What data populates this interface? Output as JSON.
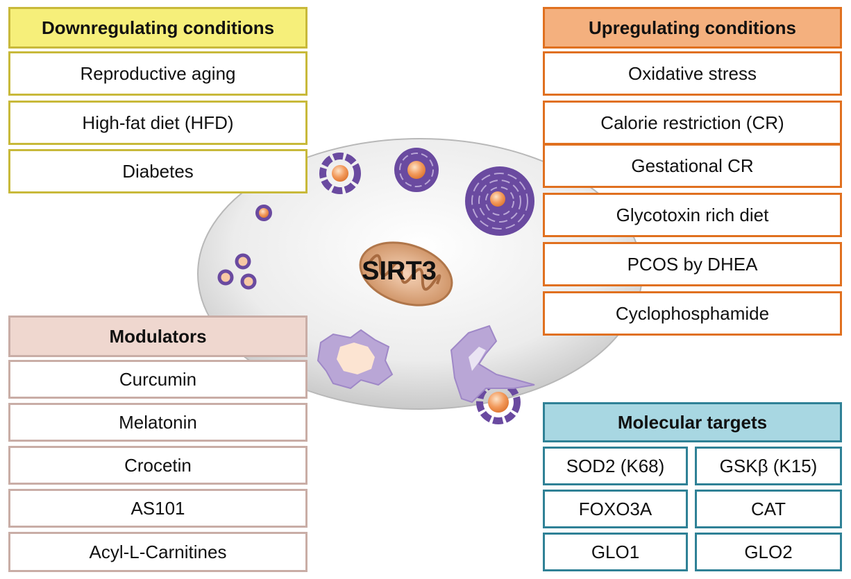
{
  "center_label": "SIRT3",
  "downregulating": {
    "header": "Downregulating conditions",
    "items": [
      "Reproductive aging",
      "High-fat diet (HFD)",
      "Diabetes"
    ]
  },
  "upregulating": {
    "header": "Upregulating conditions",
    "items": [
      "Oxidative stress",
      "Calorie restriction (CR)",
      "Gestational CR",
      "Glycotoxin rich diet",
      "PCOS by DHEA",
      "Cyclophosphamide"
    ]
  },
  "modulators": {
    "header": "Modulators",
    "items": [
      "Curcumin",
      "Melatonin",
      "Crocetin",
      "AS101",
      "Acyl-L-Carnitines"
    ]
  },
  "molecular_targets": {
    "header": "Molecular targets",
    "items": [
      "SOD2 (K68)",
      "GSKβ (K15)",
      "FOXO3A",
      "CAT",
      "GLO1",
      "GLO2"
    ]
  },
  "colors": {
    "downregulating": "#f6ef7a",
    "upregulating": "#f4b07e",
    "modulators": "#efd7cf",
    "molecular_targets": "#a8d7e2",
    "follicle_purple": "#6a4aa0",
    "oocyte_orange": "#f29a5c"
  }
}
